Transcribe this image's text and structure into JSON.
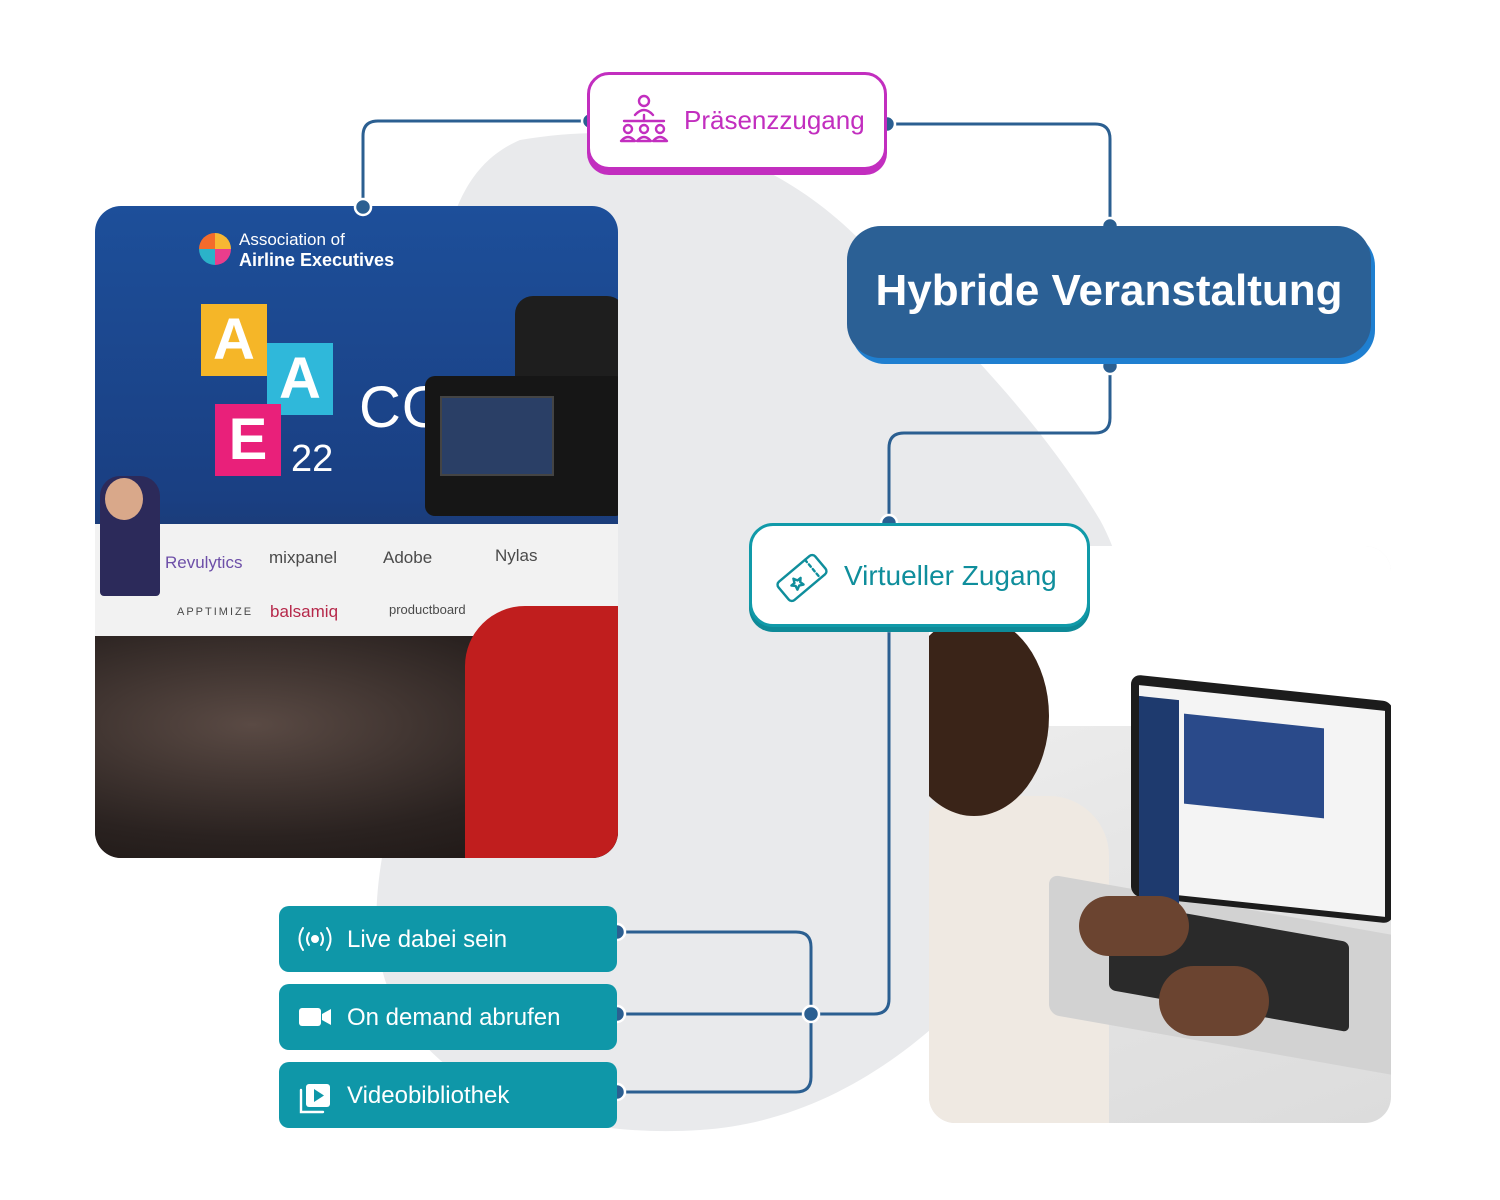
{
  "diagram": {
    "central_node": {
      "label": "Hybride Veranstaltung"
    },
    "presence_node": {
      "label": "Präsenzzugang",
      "icon": "audience-presenter-icon"
    },
    "virtual_node": {
      "label": "Virtueller Zugang",
      "icon": "ticket-icon"
    },
    "options": [
      {
        "label": "Live dabei sein",
        "icon": "broadcast-icon"
      },
      {
        "label": "On demand abrufen",
        "icon": "video-camera-icon"
      },
      {
        "label": "Videobibliothek",
        "icon": "video-library-icon"
      }
    ]
  },
  "photo_stage": {
    "org_line1": "Association of",
    "org_line2": "Airline Executives",
    "tile_a1": "A",
    "tile_a2": "A",
    "tile_e": "E",
    "year": "22",
    "conference_word": "CONF",
    "sponsors": [
      "Revulytics",
      "mixpanel",
      "Adobe",
      "Nylas",
      "APPTIMIZE",
      "balsamiq",
      "productboard"
    ]
  },
  "colors": {
    "presence": "#c22ebf",
    "hybrid": "#2b6095",
    "virtual": "#109aa9",
    "option": "#0f97a8",
    "connector": "#2b5f91",
    "blob": "#e9eaec"
  }
}
